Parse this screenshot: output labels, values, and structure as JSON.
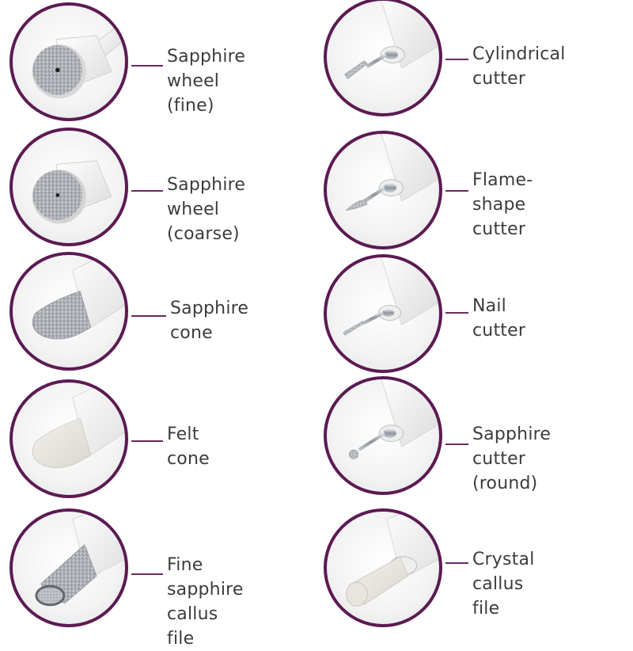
{
  "accent_color": "#5c1a52",
  "attachments": [
    {
      "id": "sapphire-wheel-fine",
      "label": "Sapphire wheel\n(fine)",
      "icon": "sapphire-wheel-fine-icon"
    },
    {
      "id": "cylindrical-cutter",
      "label": "Cylindrical cutter",
      "icon": "cylindrical-cutter-icon"
    },
    {
      "id": "sapphire-wheel-coarse",
      "label": "Sapphire wheel\n(coarse)",
      "icon": "sapphire-wheel-coarse-icon"
    },
    {
      "id": "flame-shape-cutter",
      "label": "Flame-shape\ncutter",
      "icon": "flame-shape-cutter-icon"
    },
    {
      "id": "sapphire-cone",
      "label": "Sapphire cone",
      "icon": "sapphire-cone-icon"
    },
    {
      "id": "nail-cutter",
      "label": "Nail cutter",
      "icon": "nail-cutter-icon"
    },
    {
      "id": "felt-cone",
      "label": "Felt cone",
      "icon": "felt-cone-icon"
    },
    {
      "id": "sapphire-cutter-round",
      "label": "Sapphire cutter\n(round)",
      "icon": "sapphire-cutter-round-icon"
    },
    {
      "id": "fine-sapphire-callus-file",
      "label": "Fine sapphire\ncallus file",
      "icon": "fine-sapphire-callus-file-icon"
    },
    {
      "id": "crystal-callus-file",
      "label": "Crystal callus\nfile",
      "icon": "crystal-callus-file-icon"
    }
  ]
}
